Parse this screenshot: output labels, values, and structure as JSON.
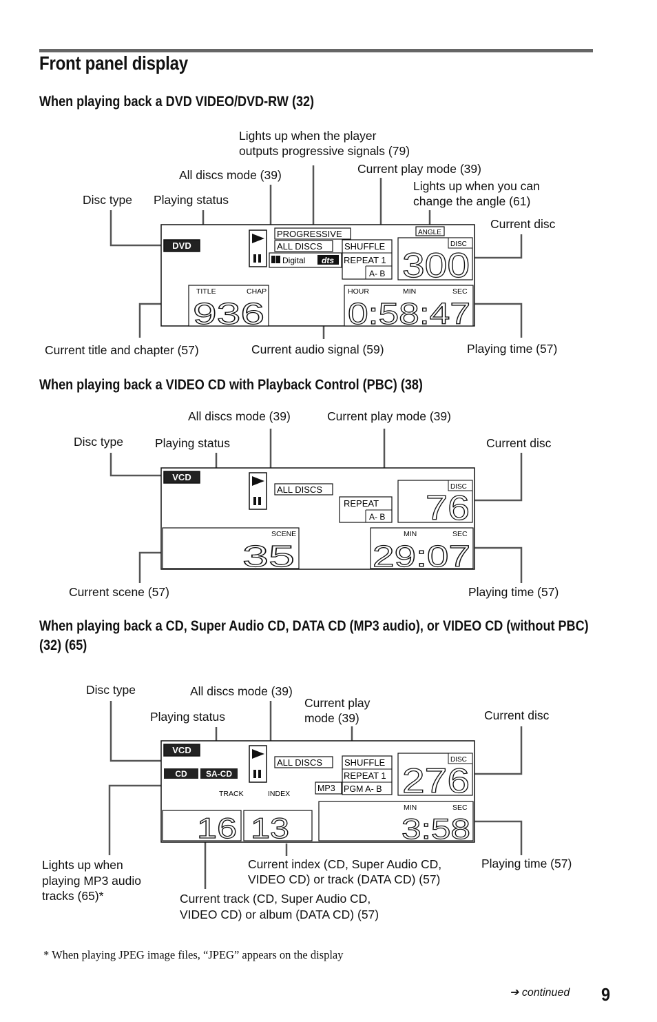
{
  "title": "Front panel display",
  "sections": [
    {
      "heading": "When playing back a DVD VIDEO/DVD-RW (32)",
      "labels": {
        "progressive": [
          "Lights up when the player",
          "outputs progressive signals (79)"
        ],
        "all_discs_mode": "All discs mode (39)",
        "current_play_mode": "Current play mode (39)",
        "angle": [
          "Lights up when you can",
          "change the angle (61)"
        ],
        "disc_type": "Disc type",
        "playing_status": "Playing status",
        "current_disc": "Current disc",
        "title_chapter": "Current title and chapter (57)",
        "audio_signal": "Current audio signal (59)",
        "playing_time": "Playing time (57)"
      },
      "display": {
        "disc_badge": "DVD",
        "progressive": "PROGRESSIVE",
        "all_discs": "ALL DISCS",
        "digital": "Digital",
        "dts": "dts",
        "shuffle": "SHUFFLE",
        "repeat": "REPEAT 1",
        "ab": "A- B",
        "angle": "ANGLE",
        "disc": "DISC",
        "disc_value": "300",
        "title_label": "TITLE",
        "chap_label": "CHAP",
        "title_value": "936",
        "hour": "HOUR",
        "min": "MIN",
        "sec": "SEC",
        "time_value": "0:58:47"
      }
    },
    {
      "heading": "When playing back a VIDEO CD with Playback Control (PBC) (38)",
      "labels": {
        "all_discs_mode": "All discs mode (39)",
        "current_play_mode": "Current play mode (39)",
        "disc_type": "Disc type",
        "playing_status": "Playing status",
        "current_disc": "Current disc",
        "current_scene": "Current scene (57)",
        "playing_time": "Playing time (57)"
      },
      "display": {
        "disc_badge": "VCD",
        "all_discs": "ALL DISCS",
        "repeat": "REPEAT",
        "ab": "A- B",
        "disc": "DISC",
        "disc_value": "76",
        "scene": "SCENE",
        "scene_value": "35",
        "min": "MIN",
        "sec": "SEC",
        "time_value": "29:07"
      }
    },
    {
      "heading": "When playing back a CD, Super Audio CD, DATA CD (MP3 audio), or VIDEO CD (without PBC) (32) (65)",
      "labels": {
        "disc_type": "Disc type",
        "all_discs_mode": "All discs mode (39)",
        "current_play_mode": [
          "Current play",
          "mode (39)"
        ],
        "playing_status": "Playing status",
        "current_disc": "Current disc",
        "mp3": [
          "Lights up when",
          "playing MP3 audio",
          "tracks (65)*"
        ],
        "current_index": [
          "Current index (CD, Super Audio CD,",
          "VIDEO CD) or track (DATA CD) (57)"
        ],
        "current_track": [
          "Current track (CD, Super Audio CD,",
          "VIDEO CD) or album (DATA CD) (57)"
        ],
        "playing_time": "Playing time (57)"
      },
      "display": {
        "vcd_badge": "VCD",
        "cd_badge": "CD",
        "sacd_badge": "SA-CD",
        "all_discs": "ALL DISCS",
        "shuffle": "SHUFFLE",
        "repeat": "REPEAT 1",
        "mp3": "MP3",
        "pgm": "PGM A- B",
        "disc": "DISC",
        "disc_value": "276",
        "track": "TRACK",
        "index": "INDEX",
        "track_value": "16",
        "index_value": "13",
        "min": "MIN",
        "sec": "SEC",
        "time_value": "3:58"
      }
    }
  ],
  "footnote": "* When playing JPEG image files, “JPEG” appears on the display",
  "continued": "➔ continued",
  "page_number": "9"
}
